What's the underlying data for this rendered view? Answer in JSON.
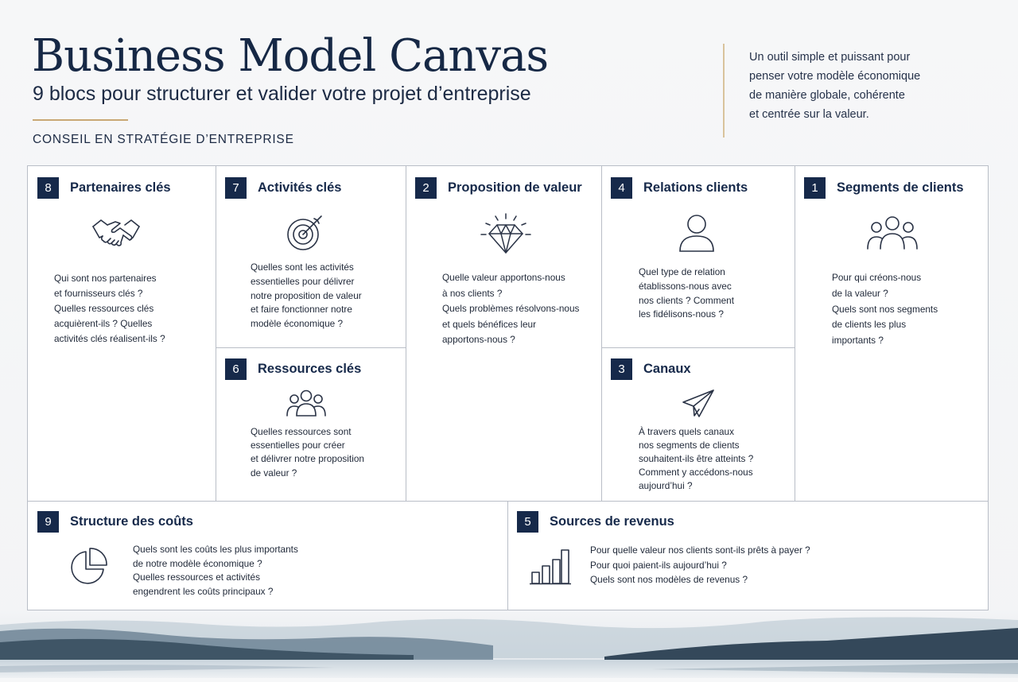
{
  "header": {
    "title": "Business Model Canvas",
    "subtitle": "9 blocs pour structurer et valider votre projet d’entreprise",
    "kicker": "CONSEIL EN STRATÉGIE D’ENTREPRISE",
    "intro": "Un outil simple et puissant pour\npenser votre modèle économique\nde manière globale, cohérente\net centrée sur la valeur."
  },
  "blocks": {
    "partenaires": {
      "num": "8",
      "title": "Partenaires clés",
      "icon": "handshake-icon",
      "text": "Qui sont nos partenaires\net fournisseurs clés ?\nQuelles ressources clés\nacquièrent-ils ? Quelles\nactivités clés réalisent-ils ?"
    },
    "activites": {
      "num": "7",
      "title": "Activités clés",
      "icon": "target-icon",
      "text": "Quelles sont les activités\nessentielles pour délivrer\nnotre proposition de valeur\net faire fonctionner notre\nmodèle économique ?"
    },
    "ressources": {
      "num": "6",
      "title": "Ressources clés",
      "icon": "people-icon",
      "text": "Quelles ressources sont\nessentielles pour créer\net délivrer notre proposition\nde valeur ?"
    },
    "proposition": {
      "num": "2",
      "title": "Proposition de valeur",
      "icon": "diamond-icon",
      "text": "Quelle valeur apportons-nous\nà nos clients ?\nQuels problèmes résolvons-nous\net quels bénéfices leur\napportons-nous ?"
    },
    "relations": {
      "num": "4",
      "title": "Relations clients",
      "icon": "person-icon",
      "text": "Quel type de relation\nétablissons-nous avec\nnos clients ? Comment\nles fidélisons-nous ?"
    },
    "canaux": {
      "num": "3",
      "title": "Canaux",
      "icon": "paper-plane-icon",
      "text": "À travers quels canaux\nnos segments de clients\nsouhaitent-ils être atteints ?\nComment y accédons-nous\naujourd’hui ?"
    },
    "segments": {
      "num": "1",
      "title": "Segments de clients",
      "icon": "group-icon",
      "text": "Pour qui créons-nous\nde la valeur ?\nQuels sont nos segments\nde clients les plus\nimportants ?"
    },
    "couts": {
      "num": "9",
      "title": "Structure des coûts",
      "icon": "pie-chart-icon",
      "text": "Quels sont les coûts les plus importants\nde notre modèle économique ?\nQuelles ressources et activités\nengendrent les coûts principaux ?"
    },
    "revenus": {
      "num": "5",
      "title": "Sources de revenus",
      "icon": "bar-chart-icon",
      "text": "Pour quelle valeur nos clients sont-ils prêts à payer ?\nPour quoi paient-ils aujourd’hui ?\nQuels sont nos modèles de revenus ?"
    }
  },
  "colors": {
    "navy": "#16294a",
    "accent": "#c9a875",
    "border": "#b9bec7"
  }
}
